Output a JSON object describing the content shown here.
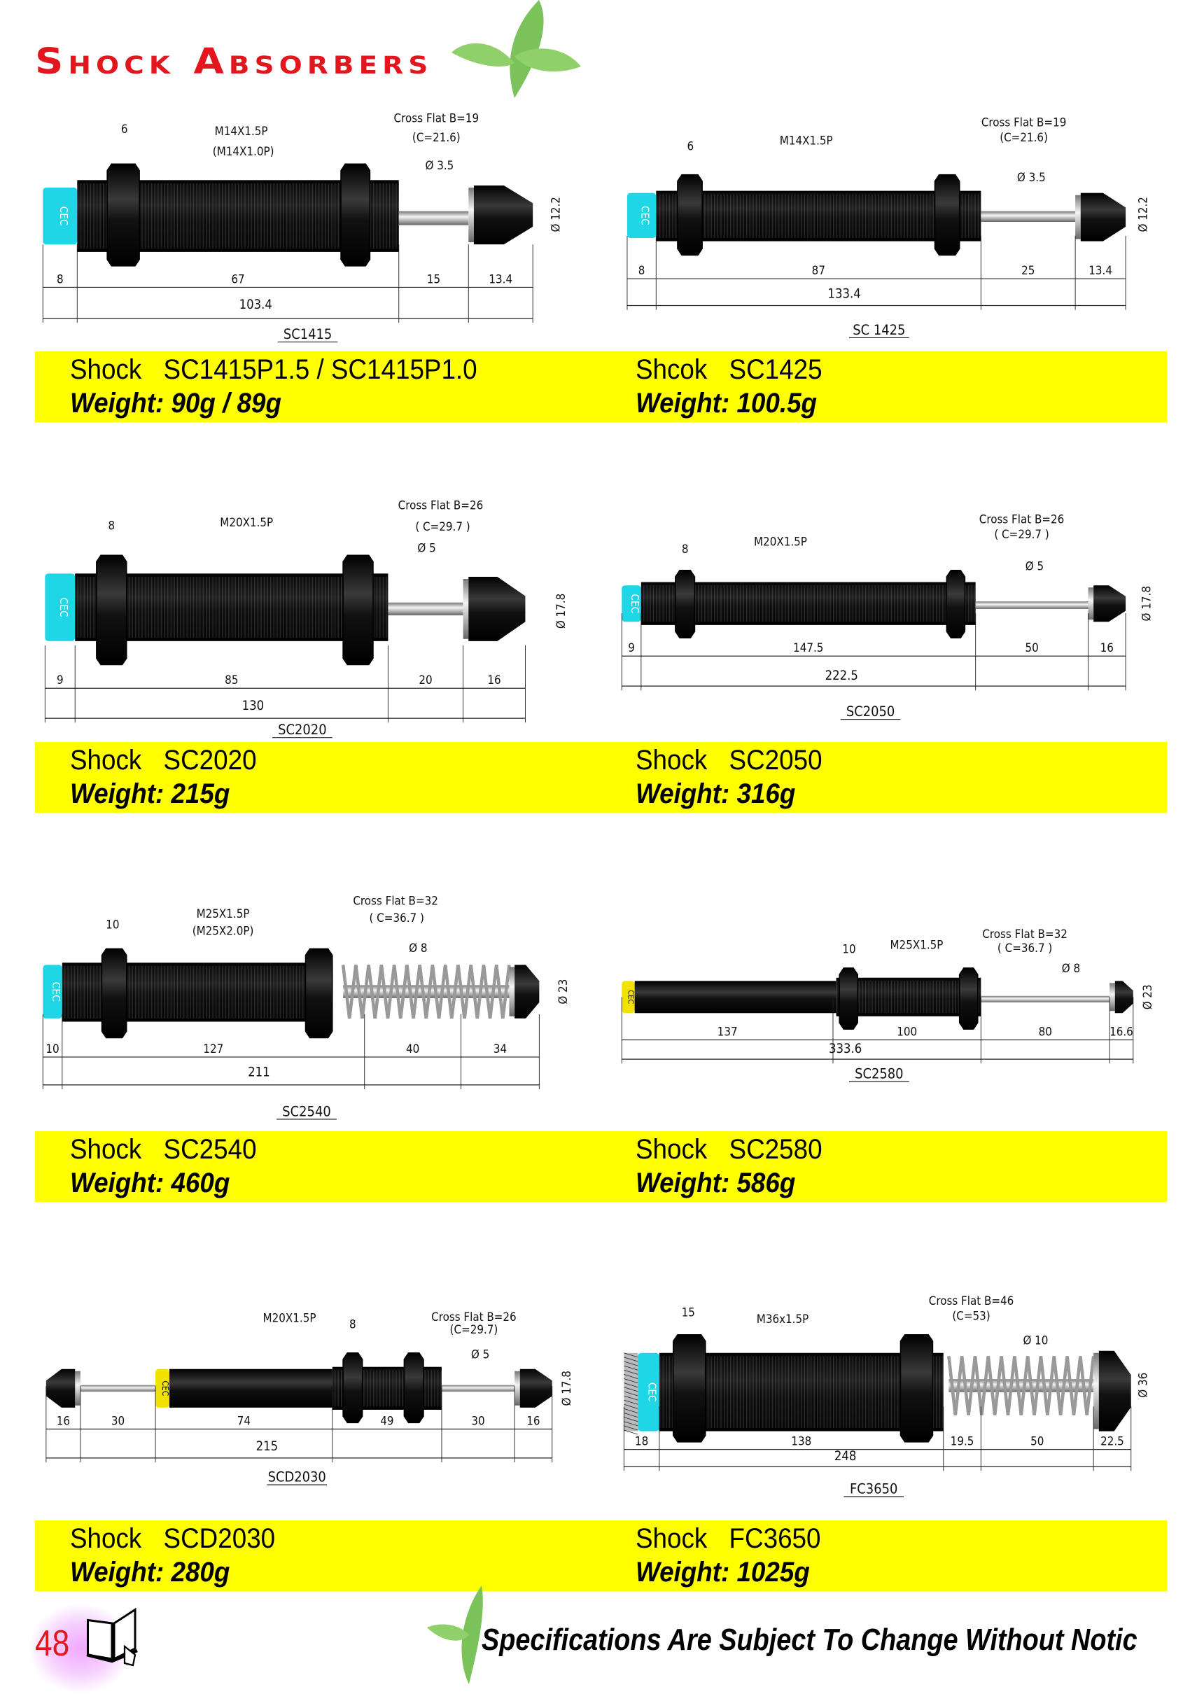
{
  "page": {
    "title": "Shock Absorbers",
    "page_number": "48",
    "footer": "Specifications Are Subject To Change Without Notic"
  },
  "colors": {
    "title": "#e3161d",
    "band": "#ffff00",
    "cap_cyan": "#1fd6e6",
    "cap_yellow": "#f2e200",
    "leaf": "#7cc25a"
  },
  "products": [
    {
      "name_label": "Shock",
      "model": "SC1415P1.5 / SC1415P1.0",
      "weight": "Weight: 90g / 89g"
    },
    {
      "name_label": "Shcok",
      "model": "SC1425",
      "weight": "Weight: 100.5g"
    },
    {
      "name_label": "Shock",
      "model": "SC2020",
      "weight": "Weight: 215g"
    },
    {
      "name_label": "Shock",
      "model": "SC2050",
      "weight": "Weight: 316g"
    },
    {
      "name_label": "Shock",
      "model": "SC2540",
      "weight": "Weight: 460g"
    },
    {
      "name_label": "Shock",
      "model": "SC2580",
      "weight": "Weight: 586g"
    },
    {
      "name_label": "Shock",
      "model": "SCD2030",
      "weight": "Weight: 280g"
    },
    {
      "name_label": "Shock",
      "model": "FC3650",
      "weight": "Weight: 1025g"
    }
  ],
  "drawings": [
    {
      "model": "SC1415",
      "nut": "6",
      "thread": "M14X1.5P",
      "thread2": "(M14X1.0P)",
      "cross_flat": "Cross Flat B=19",
      "c": "(C=21.6)",
      "rod": "Ø 3.5",
      "cap": "Ø 12.2",
      "dims": [
        "8",
        "67",
        "15",
        "13.4"
      ],
      "total": "103.4",
      "logo": "CEC"
    },
    {
      "model": "SC 1425",
      "nut": "6",
      "thread": "M14X1.5P",
      "cross_flat": "Cross Flat B=19",
      "c": "(C=21.6)",
      "rod": "Ø 3.5",
      "cap": "Ø 12.2",
      "dims": [
        "8",
        "87",
        "25",
        "13.4"
      ],
      "total": "133.4",
      "logo": "CEC"
    },
    {
      "model": "SC2020",
      "nut": "8",
      "thread": "M20X1.5P",
      "cross_flat": "Cross Flat B=26",
      "c": "( C=29.7 )",
      "rod": "Ø 5",
      "cap": "Ø 17.8",
      "dims": [
        "9",
        "85",
        "20",
        "16"
      ],
      "total": "130",
      "logo": "CEC"
    },
    {
      "model": "SC2050",
      "nut": "8",
      "thread": "M20X1.5P",
      "cross_flat": "Cross Flat B=26",
      "c": "( C=29.7 )",
      "rod": "Ø 5",
      "cap": "Ø 17.8",
      "dims": [
        "9",
        "147.5",
        "50",
        "16"
      ],
      "total": "222.5",
      "logo": "CEC"
    },
    {
      "model": "SC2540",
      "nut": "10",
      "thread": "M25X1.5P",
      "thread2": "(M25X2.0P)",
      "cross_flat": "Cross Flat B=32",
      "c": "( C=36.7 )",
      "rod": "Ø 8",
      "cap": "Ø 23",
      "dims": [
        "10",
        "127",
        "40",
        "34"
      ],
      "total": "211",
      "logo": "CEC"
    },
    {
      "model": "SC2580",
      "nut": "10",
      "thread": "M25X1.5P",
      "cross_flat": "Cross Flat B=32",
      "c": "( C=36.7 )",
      "rod": "Ø 8",
      "cap": "Ø 23",
      "dims": [
        "137",
        "100",
        "80",
        "16.6"
      ],
      "total": "333.6",
      "logo": "CEC"
    },
    {
      "model": "SCD2030",
      "nut": "8",
      "thread": "M20X1.5P",
      "cross_flat": "Cross Flat B=26",
      "c": "(C=29.7)",
      "rod": "Ø 5",
      "cap": "Ø 17.8",
      "dims": [
        "16",
        "30",
        "74",
        "49",
        "30",
        "16"
      ],
      "total": "215",
      "logo": "CEC"
    },
    {
      "model": "FC3650",
      "nut": "15",
      "thread": "M36x1.5P",
      "cross_flat": "Cross Flat B=46",
      "c": "(C=53)",
      "rod": "Ø 10",
      "cap": "Ø 36",
      "dims": [
        "18",
        "138",
        "19.5",
        "50",
        "22.5"
      ],
      "total": "248",
      "logo": "CEC"
    }
  ]
}
